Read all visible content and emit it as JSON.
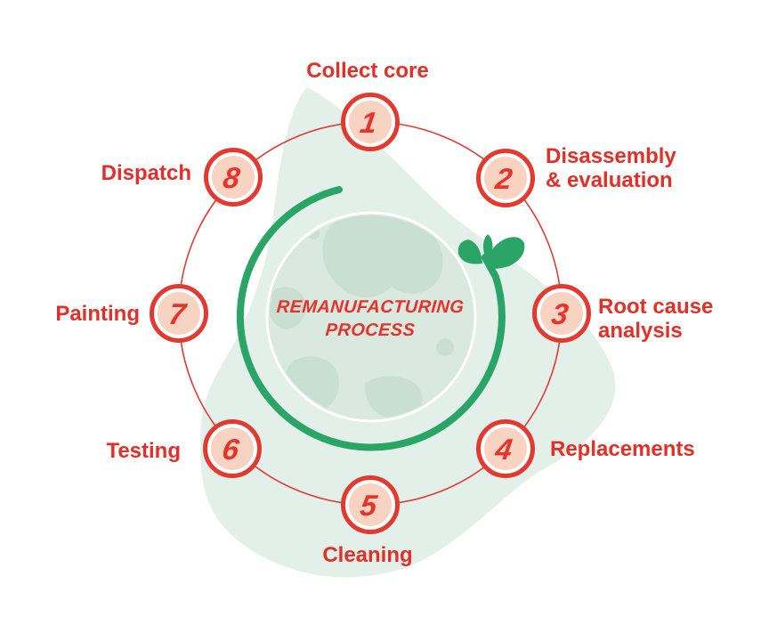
{
  "center": {
    "title_line1": "REMANUFACTURING",
    "title_line2": "PROCESS"
  },
  "steps": [
    {
      "number": "1",
      "label": "Collect core",
      "label_lines": [
        "Collect core"
      ]
    },
    {
      "number": "2",
      "label": "Disassembly & evaluation",
      "label_lines": [
        "Disassembly",
        "& evaluation"
      ]
    },
    {
      "number": "3",
      "label": "Root cause analysis",
      "label_lines": [
        "Root cause",
        "analysis"
      ]
    },
    {
      "number": "4",
      "label": "Replacements",
      "label_lines": [
        "Replacements"
      ]
    },
    {
      "number": "5",
      "label": "Cleaning",
      "label_lines": [
        "Cleaning"
      ]
    },
    {
      "number": "6",
      "label": "Testing",
      "label_lines": [
        "Testing"
      ]
    },
    {
      "number": "7",
      "label": "Painting",
      "label_lines": [
        "Painting"
      ]
    },
    {
      "number": "8",
      "label": "Dispatch",
      "label_lines": [
        "Dispatch"
      ]
    }
  ],
  "colors": {
    "red_text": "#e22f28",
    "red_ring": "#e23a31",
    "pink_fill": "#f9d3c1",
    "green": "#2aa567",
    "blob_mint": "#e3f0e9",
    "globe_ocean": "#d9e9df",
    "globe_land": "#c8dfd2"
  }
}
